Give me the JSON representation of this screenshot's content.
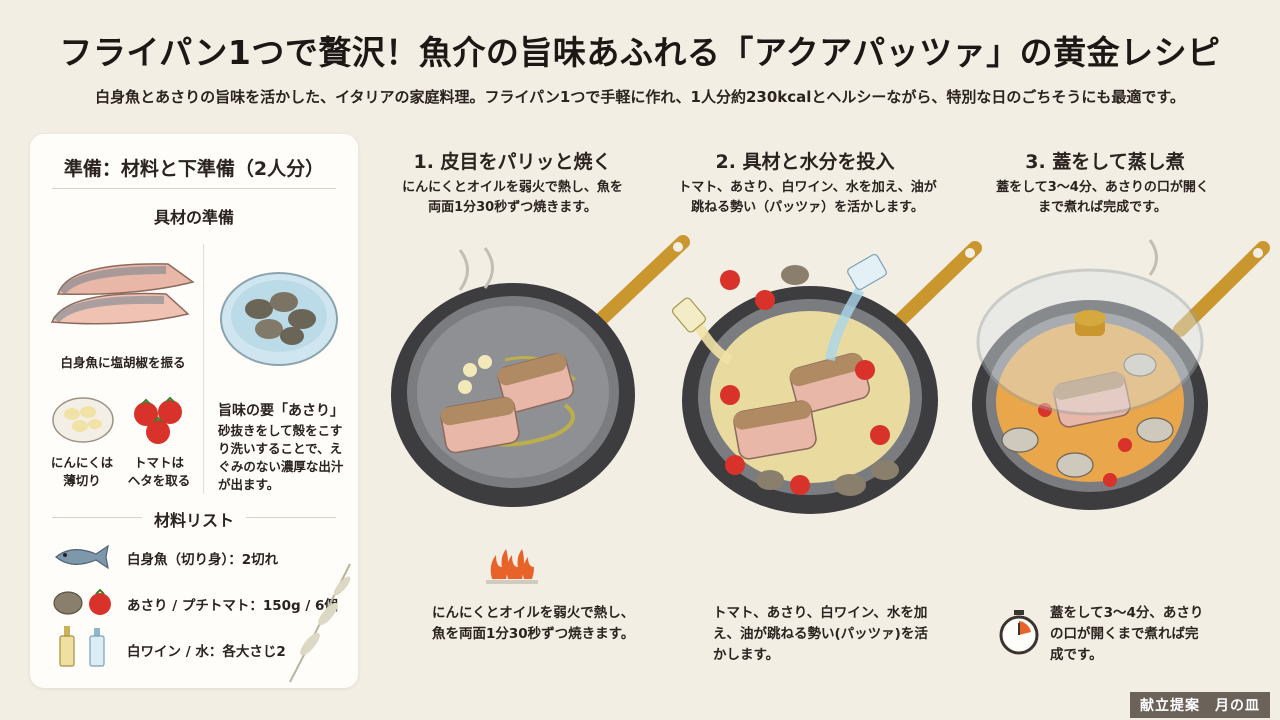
{
  "header": {
    "title": "フライパン1つで贅沢！魚介の旨味あふれる「アクアパッツァ」の黄金レシピ",
    "subtitle": "白身魚とあさりの旨味を活かした、イタリアの家庭料理。フライパン1つで手軽に作れ、1人分約230kcalとヘルシーながら、特別な日のごちそうにも最適です。"
  },
  "prep": {
    "title": "準備：材料と下準備（2人分）",
    "ingredients_prep_heading": "具材の準備",
    "fish_caption": "白身魚に塩胡椒を振る",
    "garlic_caption": "にんにくは\n薄切り",
    "tomato_caption": "トマトは\nヘタを取る",
    "umami_title": "旨味の要「あさり」",
    "umami_desc": "砂抜きをして殻をこすり洗いすることで、えぐみのない濃厚な出汁が出ます。",
    "list_heading": "材料リスト",
    "list": [
      {
        "text": "白身魚（切り身）：2切れ",
        "icon": "fish-icon"
      },
      {
        "text": "あさり / プチトマト：150g / 6個",
        "icon": "clam-tomato-icon"
      },
      {
        "text": "白ワイン / 水：各大さじ2",
        "icon": "bottles-icon"
      }
    ]
  },
  "steps": [
    {
      "title": "1. 皮目をパリッと焼く",
      "desc": "にんにくとオイルを弱火で熱し、魚を両面1分30秒ずつ焼きます。",
      "bottom": "にんにくとオイルを弱火で熱し、魚を両面1分30秒ずつ焼きます。",
      "icon": "flame-icon"
    },
    {
      "title": "2. 具材と水分を投入",
      "desc": "トマト、あさり、白ワイン、水を加え、油が跳ねる勢い（パッツァ）を活かします。",
      "bottom": "トマト、あさり、白ワイン、水を加え、油が跳ねる勢い(パッツァ)を活かします。",
      "icon": "pour-icon"
    },
    {
      "title": "3. 蓋をして蒸し煮",
      "desc": "蓋をして3～4分、あさりの口が開くまで煮れば完成です。",
      "bottom": "蓋をして3～4分、あさりの口が開くまで煮れば完成です。",
      "icon": "timer-icon"
    }
  ],
  "brand": "献立提案　月の皿",
  "colors": {
    "background": "#f3eee4",
    "card": "#fffdf9",
    "pan": "#4a4a4c",
    "handle": "#c9972e",
    "flame": "#e8632a"
  }
}
